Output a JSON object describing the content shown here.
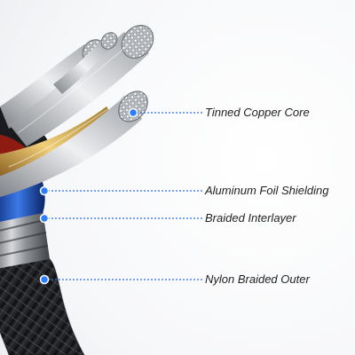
{
  "labels": [
    {
      "id": "core",
      "text": "Tinned Copper Core"
    },
    {
      "id": "foil",
      "text": "Aluminum Foil Shielding"
    },
    {
      "id": "interlayer",
      "text": "Braided Interlayer"
    },
    {
      "id": "outer",
      "text": "Nylon Braided Outer"
    }
  ],
  "colors": {
    "leader_line": "#2f6fe0",
    "marker": "#2a7fff",
    "braid_outer": "#2b2d31",
    "foil": "#1f4fb8",
    "copper": "#c9a24a",
    "tinned_wire": "#d8dadd"
  }
}
